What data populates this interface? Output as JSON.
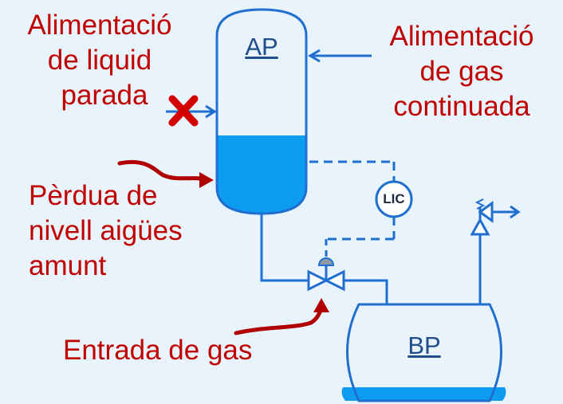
{
  "labels": {
    "liquid_feed_l1": "Alimentació",
    "liquid_feed_l2": "de liquid",
    "liquid_feed_l3": "parada",
    "gas_feed_l1": "Alimentació",
    "gas_feed_l2": "de gas",
    "gas_feed_l3": "continuada",
    "level_loss_l1": "Pèrdua de",
    "level_loss_l2": "nivell aigües",
    "level_loss_l3": "amunt",
    "gas_inlet": "Entrada de gas"
  },
  "vessels": {
    "hp_tag": "AP",
    "lp_tag": "BP"
  },
  "instrument": {
    "controller_tag": "LIC"
  },
  "colors": {
    "background": "#e9f3fb",
    "pipe": "#1f6fd1",
    "liquid": "#0d9cf0",
    "annotation": "#c00000",
    "stop_mark": "#d40000"
  }
}
